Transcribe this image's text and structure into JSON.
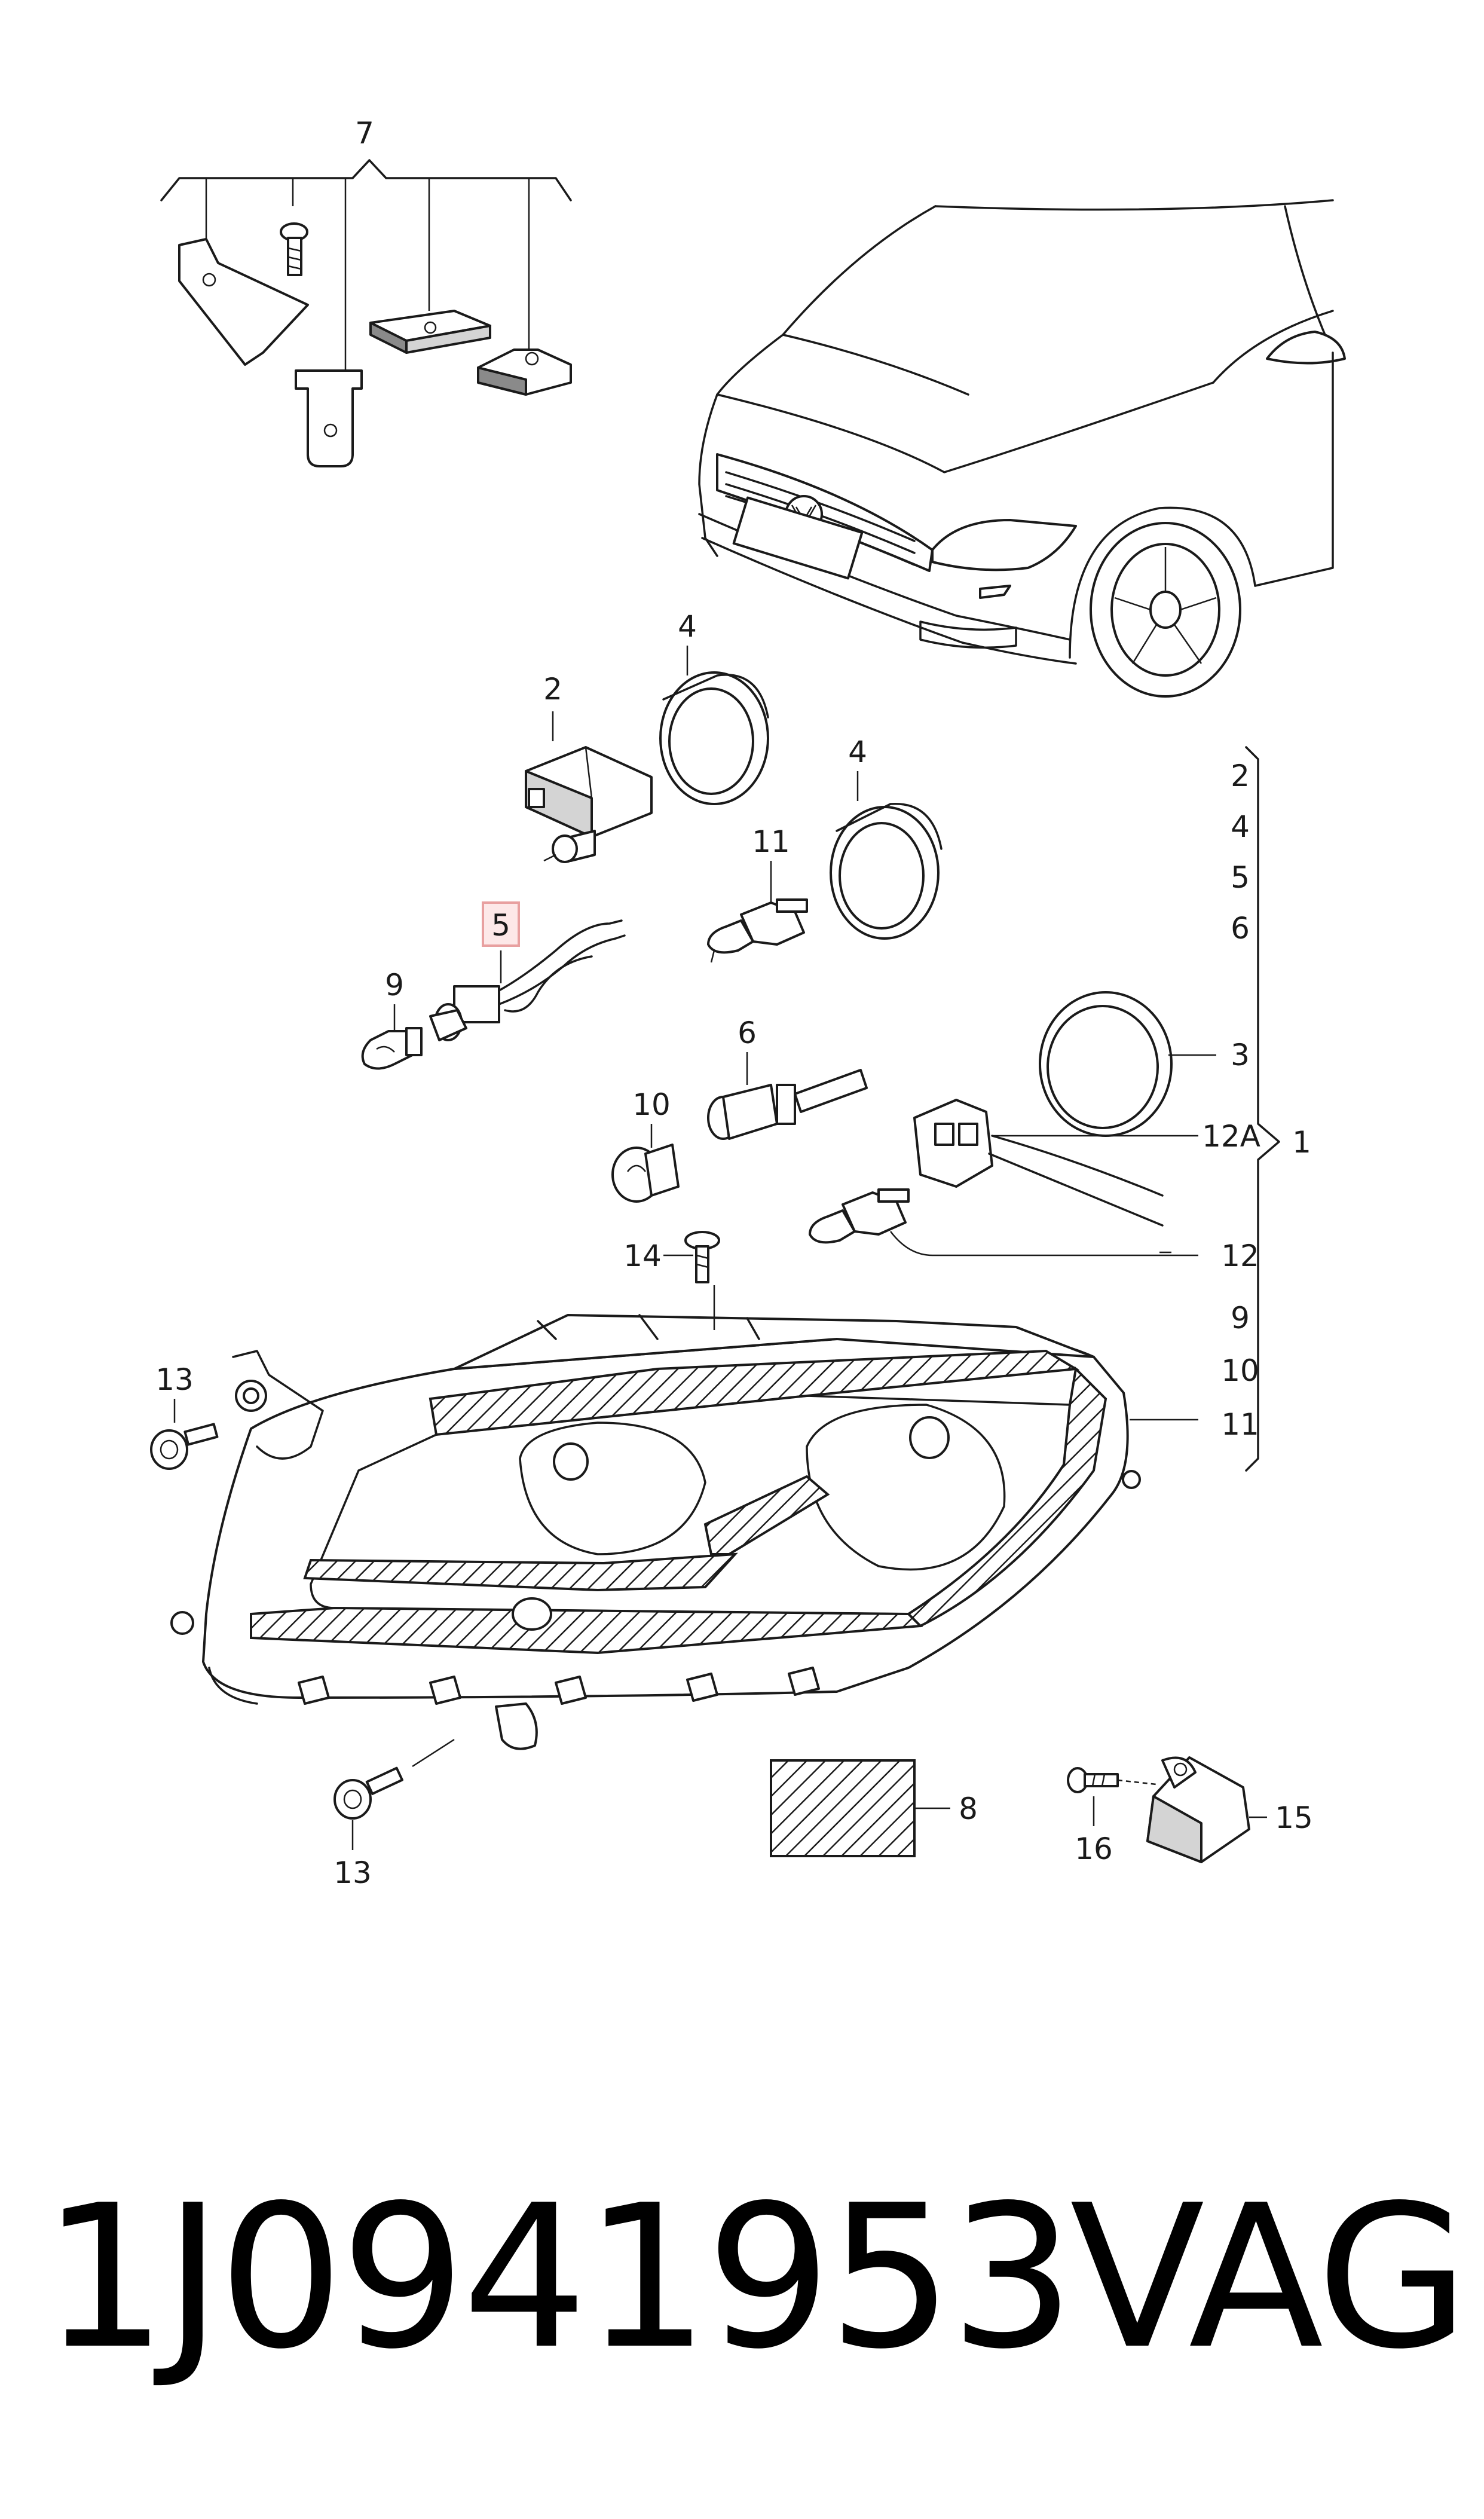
{
  "callouts": {
    "c7": "7",
    "c2": "2",
    "c4a": "4",
    "c4b": "4",
    "c11": "11",
    "c5": "5",
    "c9": "9",
    "c6": "6",
    "c10": "10",
    "c3": "3",
    "c12a": "12A",
    "c12": "12",
    "c14": "14",
    "c13a": "13",
    "c13b": "13",
    "c8": "8",
    "c16": "16",
    "c15": "15",
    "c1": "1"
  },
  "bracket_list": [
    "2",
    "4",
    "5",
    "6",
    "9",
    "10",
    "11"
  ],
  "highlighted_callout": "5",
  "highlight_color": "#e8a0a0",
  "footer": {
    "part_number": "1J0941953",
    "brand": "VAG"
  }
}
